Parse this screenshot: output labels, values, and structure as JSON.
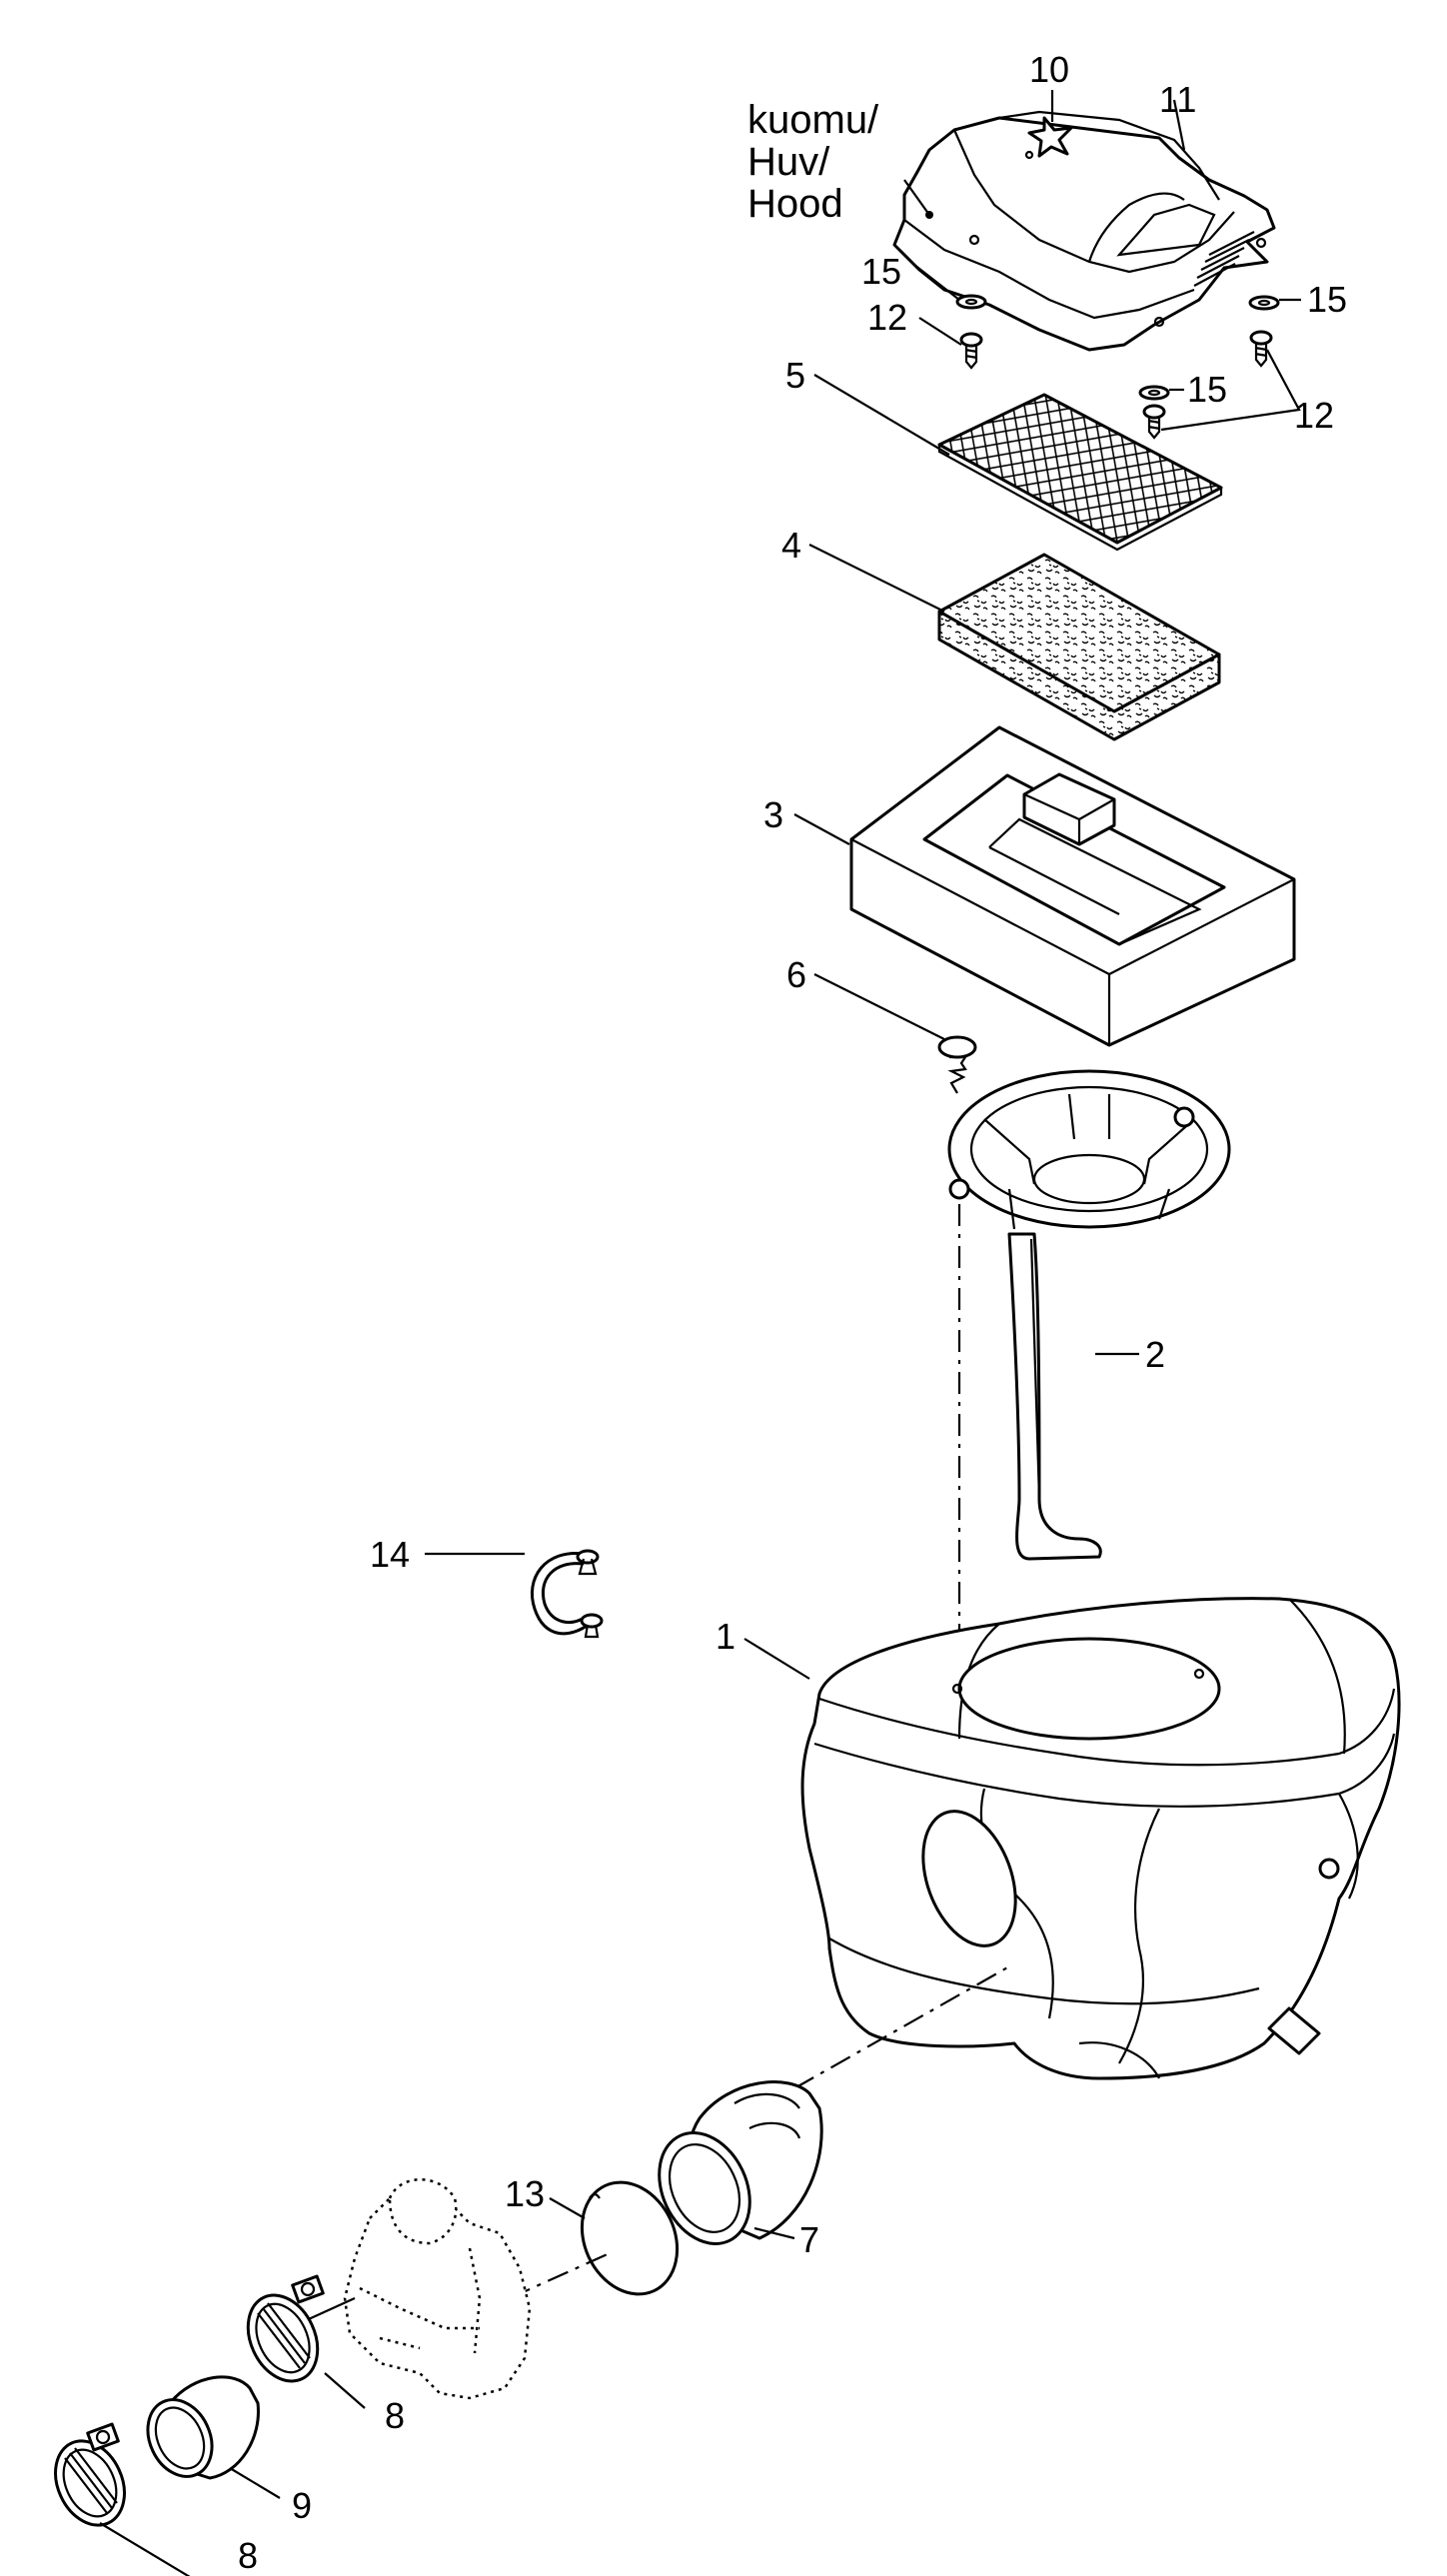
{
  "hood_label": [
    "kuomu/",
    "Huv/",
    "Hood"
  ],
  "callouts": {
    "p1": "1",
    "p2": "2",
    "p3": "3",
    "p4": "4",
    "p5": "5",
    "p6": "6",
    "p7": "7",
    "p8a": "8",
    "p8b": "8",
    "p9": "9",
    "p10": "10",
    "p11": "11",
    "p12a": "12",
    "p12b": "12",
    "p13": "13",
    "p14": "14",
    "p15a": "15",
    "p15b": "15",
    "p15c": "15"
  }
}
